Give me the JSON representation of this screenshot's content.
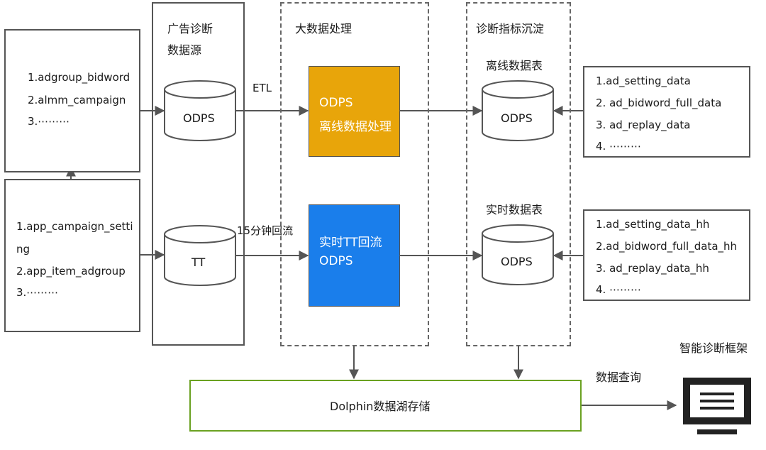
{
  "source_top": {
    "lines": [
      "1.adgroup_bidword",
      "2.almm_campaign",
      "3.⋯⋯⋯"
    ]
  },
  "source_bottom": {
    "lines": [
      "1.app_campaign_setti",
      "ng",
      "2.app_item_adgroup",
      "3.⋯⋯⋯"
    ]
  },
  "datasource": {
    "title_1": "广告诊断",
    "title_2": "数据源",
    "db_top": "ODPS",
    "db_bottom": "TT"
  },
  "edge_labels": {
    "etl": "ETL",
    "realtime_flow": "15分钟回流",
    "query": "数据查询"
  },
  "processing": {
    "title": "大数据处理",
    "offline": {
      "line_1": "ODPS",
      "line_2": "离线数据处理",
      "color": "#E8A50A"
    },
    "realtime": {
      "line_1": "实时TT回流",
      "line_2": "ODPS",
      "color": "#1A7EEB"
    }
  },
  "metrics": {
    "title": "诊断指标沉淀",
    "offline_label": "离线数据表",
    "offline_db": "ODPS",
    "realtime_label": "实时数据表",
    "realtime_db": "ODPS"
  },
  "tables_offline": {
    "lines": [
      "1.ad_setting_data",
      "2. ad_bidword_full_data",
      "3. ad_replay_data",
      "4. ⋯⋯⋯"
    ]
  },
  "tables_realtime": {
    "lines": [
      "1.ad_setting_data_hh",
      "2.ad_bidword_full_data_hh",
      "3. ad_replay_data_hh",
      "4. ⋯⋯⋯"
    ]
  },
  "storage": {
    "label": "Dolphin数据湖存储",
    "border_color": "#6aa121"
  },
  "framework": {
    "title": "智能诊断框架",
    "icon": "monitor-icon"
  }
}
